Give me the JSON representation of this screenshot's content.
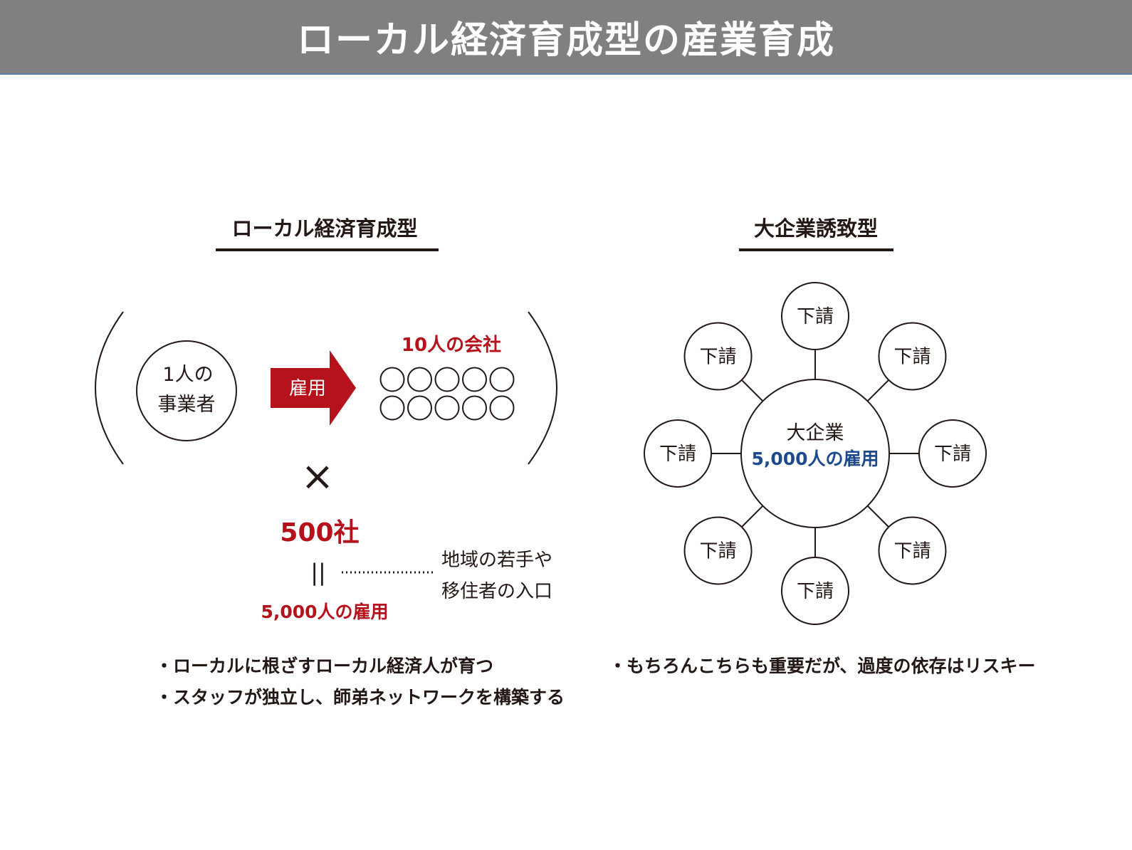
{
  "slide_title": "ローカル経済育成型の産業育成",
  "colors": {
    "red": "#b5121b",
    "blue": "#1d4a8f",
    "ink": "#231815",
    "title_bg": "#808080"
  },
  "left": {
    "heading": "ローカル経済育成型",
    "entrepreneur_line1": "1人の",
    "entrepreneur_line2": "事業者",
    "arrow_label": "雇用",
    "company_label": "10人の会社",
    "employee_count": 10,
    "times_symbol": "×",
    "companies": "500社",
    "equals_symbol": "||",
    "jobs": "5,000人の雇用",
    "note_line1": "地域の若手や",
    "note_line2": "移住者の入口",
    "bullets": [
      "・ローカルに根ざすローカル経済人が育つ",
      "・スタッフが独立し、師弟ネットワークを構築する"
    ]
  },
  "right": {
    "heading": "大企業誘致型",
    "center_line1": "大企業",
    "center_line2": "5,000人の雇用",
    "satellites": [
      "下請",
      "下請",
      "下請",
      "下請",
      "下請",
      "下請",
      "下請",
      "下請"
    ],
    "bullets": [
      "・もちろんこちらも重要だが、過度の依存はリスキー"
    ]
  }
}
